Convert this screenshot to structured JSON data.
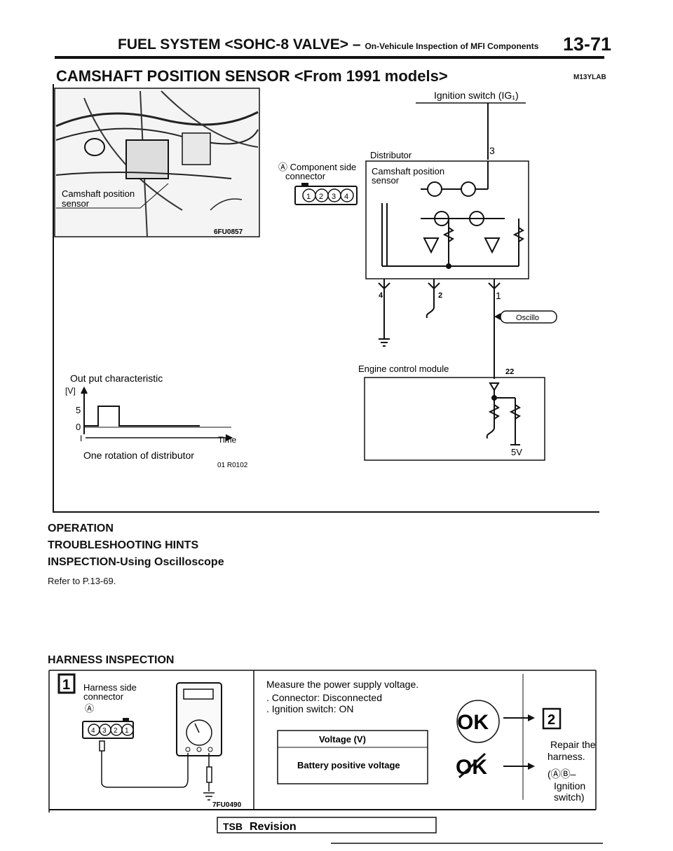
{
  "header": {
    "section": "FUEL SYSTEM <SOHC-8 VALVE> –",
    "subtitle": "On-Vehicule Inspection of MFI Components",
    "page_number": "13-71"
  },
  "title": "CAMSHAFT POSITION SENSOR <From 1991 models>",
  "title_code": "M13YLAB",
  "photo": {
    "label_line1": "Camshaft position",
    "label_line2": "sensor",
    "code": "6FU0857"
  },
  "wiring": {
    "ignition_switch": "Ignition switch (IG₁)",
    "distributor": "Distributor",
    "component_side_line1": "Ⓐ Component side",
    "component_side_line2": "connector",
    "sensor_line1": "Camshaft position",
    "sensor_line2": "sensor",
    "pins": [
      "1",
      "2",
      "3",
      "4"
    ],
    "wire_3": "3",
    "wire_4": "4",
    "wire_2": "2",
    "wire_1": "1",
    "oscillo": "Oscillo",
    "ecm": "Engine control module",
    "ecm_pin": "22",
    "voltage": "5V"
  },
  "output_chart": {
    "title": "Out put characteristic",
    "y_unit": "[V]",
    "y_high": "5",
    "y_low": "0",
    "time": "Time",
    "rotation": "One rotation of distributor",
    "code": "01 R0102"
  },
  "sections": {
    "operation": "OPERATION",
    "troubleshooting": "TROUBLESHOOTING HINTS",
    "inspection": "INSPECTION-Using Oscilloscope",
    "refer": "Refer to P.13-69.",
    "harness": "HARNESS INSPECTION"
  },
  "harness_box": {
    "step": "1",
    "harness_line1": "Harness side",
    "harness_line2": "connector",
    "harness_line3": "Ⓐ",
    "pins": [
      "4",
      "3",
      "2",
      "1"
    ],
    "code": "7FU0490",
    "measure": "Measure the power supply voltage.",
    "cond1": ". Connector: Disconnected",
    "cond2": ". Ignition switch: ON",
    "table_header": "Voltage (V)",
    "table_value": "Battery positive voltage",
    "ok": "OK",
    "ng": "OK",
    "next_step": "2",
    "repair1": "Repair the",
    "repair2": "harness.",
    "repair3": "(ⒶⒷ–",
    "repair4": "Ignition",
    "repair5": "switch)"
  },
  "footer": {
    "tsb": "TSB",
    "revision": "Revision"
  }
}
